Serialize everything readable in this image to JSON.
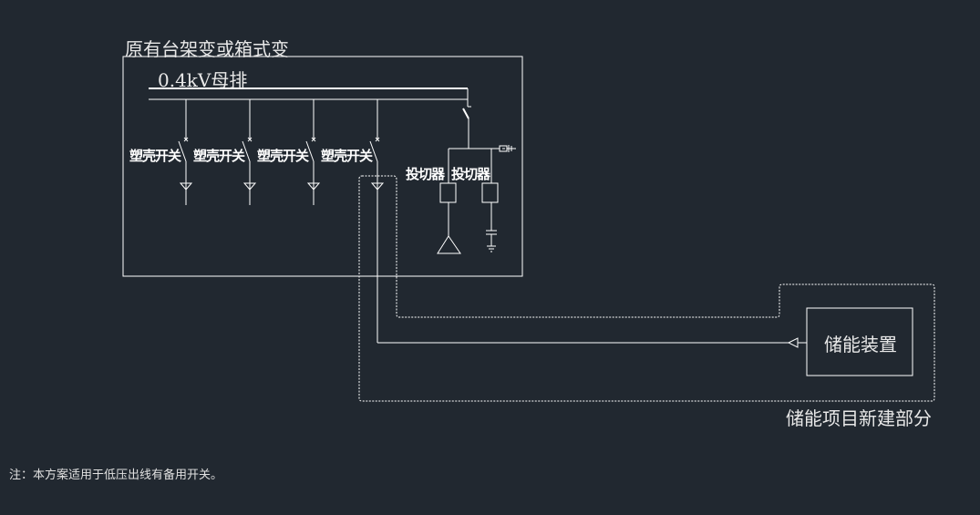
{
  "labels": {
    "existing_transformer": "原有台架变或箱式变",
    "busbar": "0.4kV母排",
    "mccb": [
      "塑壳开关",
      "塑壳开关",
      "塑壳开关",
      "塑壳开关"
    ],
    "switcher": [
      "投切器",
      "投切器"
    ],
    "storage_device": "储能装置",
    "new_construction": "储能项目新建部分",
    "note": "注：本方案适用于低压出线有备用开关。"
  },
  "colors": {
    "background": "#212830",
    "line": "#ffffff"
  }
}
